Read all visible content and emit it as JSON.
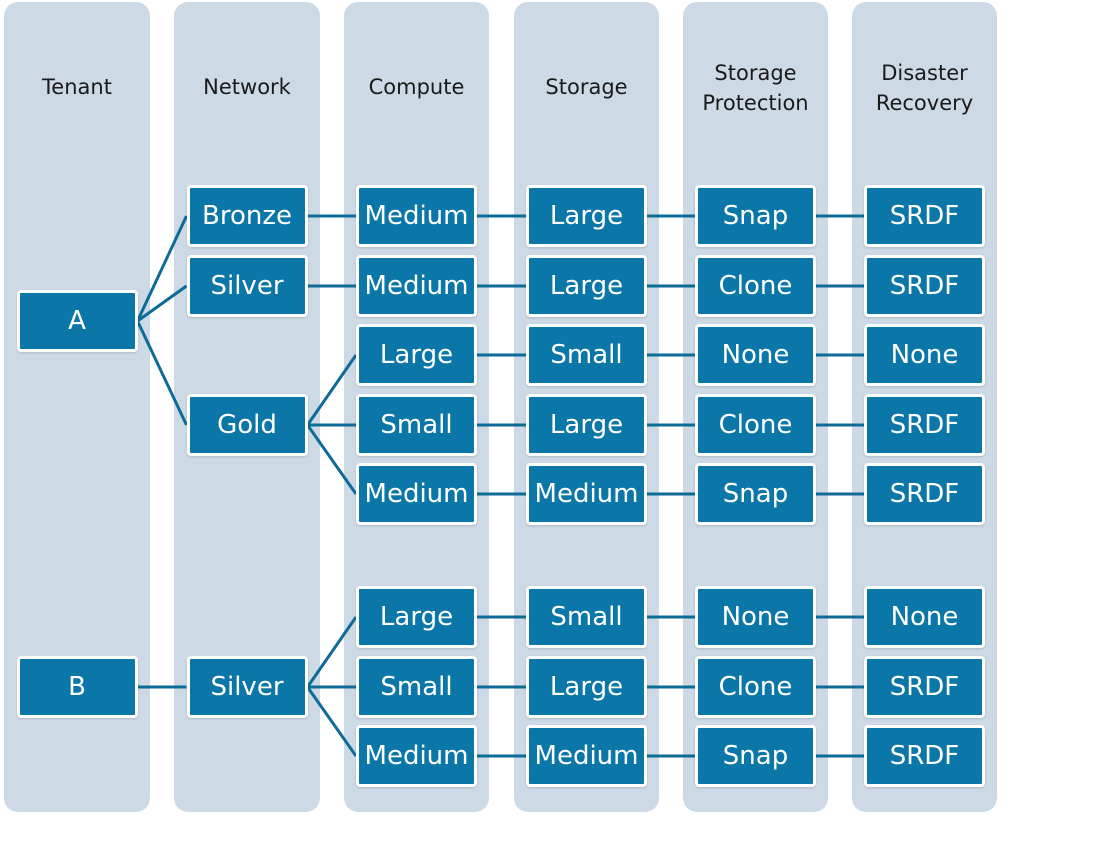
{
  "columns": [
    {
      "id": "tenant",
      "label": "Tenant"
    },
    {
      "id": "network",
      "label": "Network"
    },
    {
      "id": "compute",
      "label": "Compute"
    },
    {
      "id": "storage",
      "label": "Storage"
    },
    {
      "id": "protection",
      "label": "Storage\nProtection"
    },
    {
      "id": "dr",
      "label": "Disaster\nRecovery"
    }
  ],
  "tenants": [
    {
      "label": "A"
    },
    {
      "label": "B"
    }
  ],
  "networks": [
    {
      "label": "Bronze",
      "tenant": 0
    },
    {
      "label": "Silver",
      "tenant": 0
    },
    {
      "label": "Gold",
      "tenant": 0
    },
    {
      "label": "Silver",
      "tenant": 1
    }
  ],
  "rows": [
    {
      "network": 0,
      "compute": "Medium",
      "storage": "Large",
      "protection": "Snap",
      "dr": "SRDF"
    },
    {
      "network": 1,
      "compute": "Medium",
      "storage": "Large",
      "protection": "Clone",
      "dr": "SRDF"
    },
    {
      "network": 2,
      "compute": "Large",
      "storage": "Small",
      "protection": "None",
      "dr": "None"
    },
    {
      "network": 2,
      "compute": "Small",
      "storage": "Large",
      "protection": "Clone",
      "dr": "SRDF"
    },
    {
      "network": 2,
      "compute": "Medium",
      "storage": "Medium",
      "protection": "Snap",
      "dr": "SRDF"
    },
    {
      "network": 3,
      "compute": "Large",
      "storage": "Small",
      "protection": "None",
      "dr": "None"
    },
    {
      "network": 3,
      "compute": "Small",
      "storage": "Large",
      "protection": "Clone",
      "dr": "SRDF"
    },
    {
      "network": 3,
      "compute": "Medium",
      "storage": "Medium",
      "protection": "Snap",
      "dr": "SRDF"
    }
  ]
}
